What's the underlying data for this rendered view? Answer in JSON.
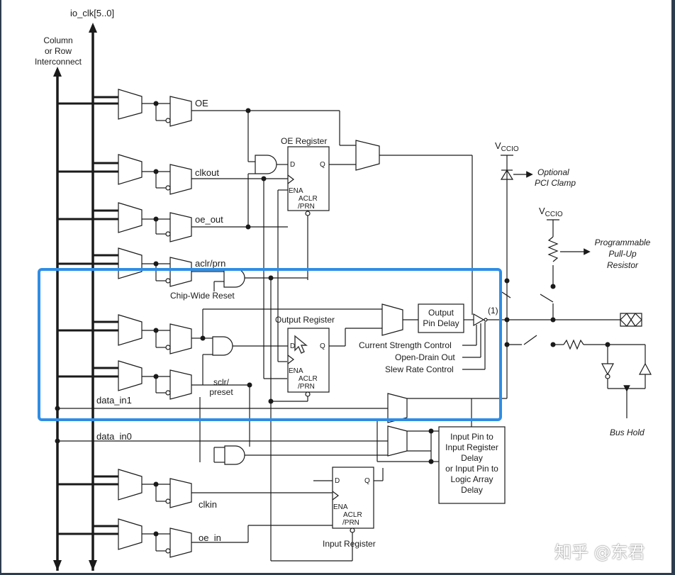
{
  "buses": {
    "io_clk": "io_clk[5..0]",
    "interconnect": [
      "Column",
      "or Row",
      "Interconnect"
    ]
  },
  "signals": {
    "oe": "OE",
    "clkout": "clkout",
    "oe_out": "oe_out",
    "aclr_prn": "aclr/prn",
    "chip_wide_reset": "Chip-Wide Reset",
    "sclr_preset": [
      "sclr/",
      "preset"
    ],
    "data_in1": "data_in1",
    "data_in0": "data_in0",
    "clkin": "clkin",
    "oe_in": "oe_in"
  },
  "registers": {
    "oe": {
      "title": "OE Register",
      "d": "D",
      "q": "Q",
      "ena": "ENA",
      "aclr": "ACLR",
      "prn": "/PRN"
    },
    "output": {
      "title": "Output Register",
      "d": "D",
      "q": "Q",
      "ena": "ENA",
      "aclr": "ACLR",
      "prn": "/PRN"
    },
    "input": {
      "title": "Input Register",
      "d": "D",
      "q": "Q",
      "ena": "ENA",
      "aclr": "ACLR",
      "prn": "/PRN"
    }
  },
  "blocks": {
    "output_pin_delay": [
      "Output",
      "Pin Delay"
    ],
    "input_delay": [
      "Input Pin to",
      "Input Register",
      "Delay",
      "or Input Pin to",
      "Logic Array",
      "Delay"
    ]
  },
  "controls": {
    "current_strength": "Current Strength Control",
    "open_drain": "Open-Drain Out",
    "slew_rate": "Slew Rate Control",
    "note": "(1)"
  },
  "power": {
    "vccio_main": "V",
    "vccio_sub": "CCIO"
  },
  "annotations": {
    "pci_clamp": [
      "Optional",
      "PCI Clamp"
    ],
    "pull_up": [
      "Programmable",
      "Pull-Up",
      "Resistor"
    ],
    "bus_hold": "Bus Hold"
  },
  "watermark": "知乎 @东君",
  "colors": {
    "highlight": "#2f8de4",
    "line": "#1a1a1a",
    "border": "#2e3d4e"
  }
}
